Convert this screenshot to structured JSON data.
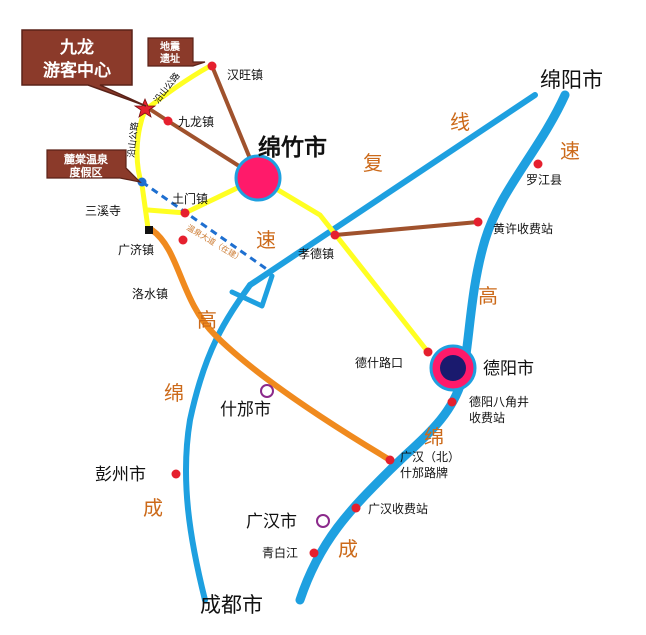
{
  "colors": {
    "expressway": "#1ea0e0",
    "scenic_road": "#ffff22",
    "orange_road": "#f08a1e",
    "brown_road": "#a0522d",
    "dashed_road": "#1e6fd0",
    "city_red": "#ff1a6a",
    "city_navy": "#1a1a6e",
    "callout_brown": "#8b3a2a",
    "route_char": "#cc6a1a",
    "town_dot": "#e5202e"
  },
  "icons": {
    "star": "red-star-icon",
    "square": "black-square-icon",
    "hollow_circle": "hollow-purple-circle-icon"
  },
  "callouts": {
    "jiulong_center": "九龙\n游客中心",
    "earthquake_site": "地震\n遗址",
    "hot_spring": "麓棠温泉\n度假区"
  },
  "cities": {
    "mianzhu": "绵竹市",
    "mianyang": "绵阳市",
    "deyang": "德阳市",
    "chengdu": "成都市",
    "shifang": "什邡市",
    "guanghan": "广汉市",
    "pengzhou": "彭州市"
  },
  "towns": {
    "hanwang": "汉旺镇",
    "jiulong": "九龙镇",
    "tumen": "土门镇",
    "sanxisi": "三溪寺",
    "guangji": "广济镇",
    "luoshui": "洛水镇",
    "xiaode": "孝德镇",
    "luojiang": "罗江县",
    "huangxu": "黄许收费站",
    "deshi": "德什路口",
    "bajiaojing_1": "德阳八角井",
    "bajiaojing_2": "收费站",
    "guanghan_north_1": "广汉（北）",
    "guanghan_north_2": "什邡路牌",
    "guanghan_toll": "广汉收费站",
    "qingbaijiang": "青白江"
  },
  "road_labels": {
    "shanlu_top": "沿山公路",
    "shanlu_left": "沿山公路",
    "wenquan_dadao": "温泉大道（在建）"
  },
  "route_chars": {
    "fuxian_1": "复",
    "fuxian_2": "线",
    "mianyuan_1": "速",
    "sumian_1": "速",
    "gao_1": "高",
    "gao_left": "高",
    "mian_left": "绵",
    "cheng_left": "成",
    "mian_right": "绵",
    "cheng_right": "成"
  }
}
